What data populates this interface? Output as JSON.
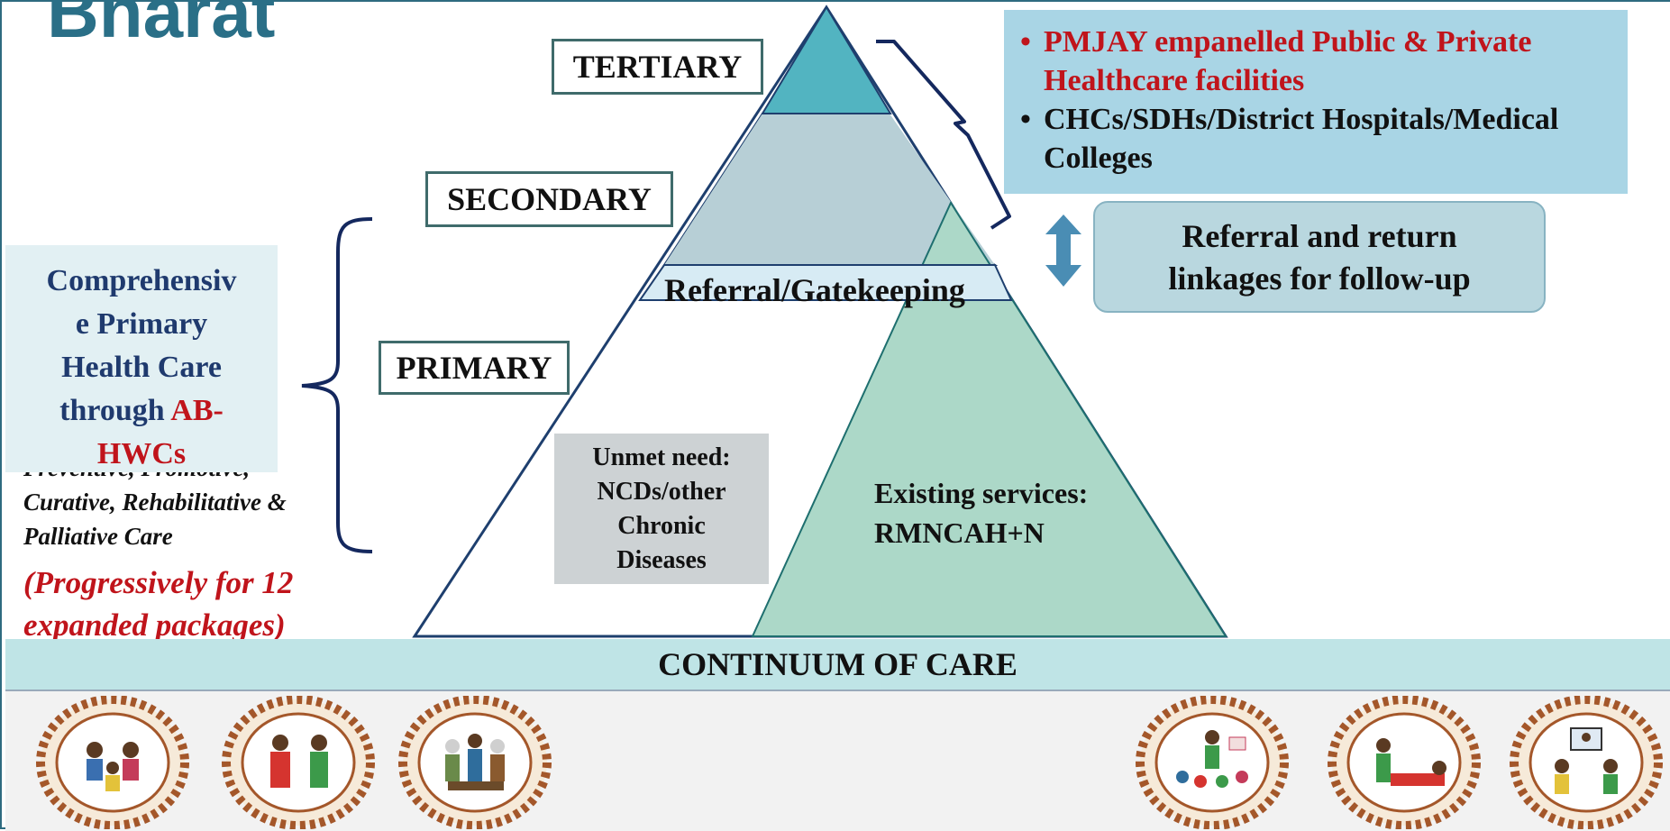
{
  "title": "Bharat",
  "levels": {
    "tertiary": "TERTIARY",
    "secondary": "SECONDARY",
    "primary": "PRIMARY"
  },
  "referral_label": "Referral/Gatekeeping",
  "unmet_need": [
    "Unmet need:",
    "NCDs/other",
    "Chronic",
    "Diseases"
  ],
  "existing_services": [
    "Existing services:",
    "RMNCAH+N"
  ],
  "tertiary_info": {
    "bullet_1": "PMJAY empanelled Public & Private Healthcare facilities",
    "bullet_2": "CHCs/SDHs/District Hospitals/Medical Colleges"
  },
  "referral_callout": [
    "Referral and return",
    "linkages for follow-up"
  ],
  "cphc": {
    "line_1": "Comprehensiv",
    "line_2": "e Primary",
    "line_3": "Health Care",
    "line_4_prefix": "through ",
    "line_4_highlight": "AB-",
    "line_5_highlight": "HWCs"
  },
  "care_types": [
    "Preventive, Promotive,",
    "Curative, Rehabilitative &",
    "Palliative Care"
  ],
  "progressive_note": [
    "(Progressively for 12",
    "expanded packages)"
  ],
  "continuum": "CONTINUUM OF CARE",
  "medallions": [
    "family-yoga-illustration",
    "mother-child-checkup-illustration",
    "elderly-care-illustration",
    "group-education-illustration",
    "home-care-illustration",
    "teleconsultation-illustration"
  ],
  "colors": {
    "title": "#2a6f87",
    "accent_red": "#c0141b",
    "cphc_text": "#1f3a6e",
    "tertiary_panel": "#a9d5e5",
    "continuum_band": "#bfe4e6",
    "green_triangle": "#acd8c8"
  }
}
